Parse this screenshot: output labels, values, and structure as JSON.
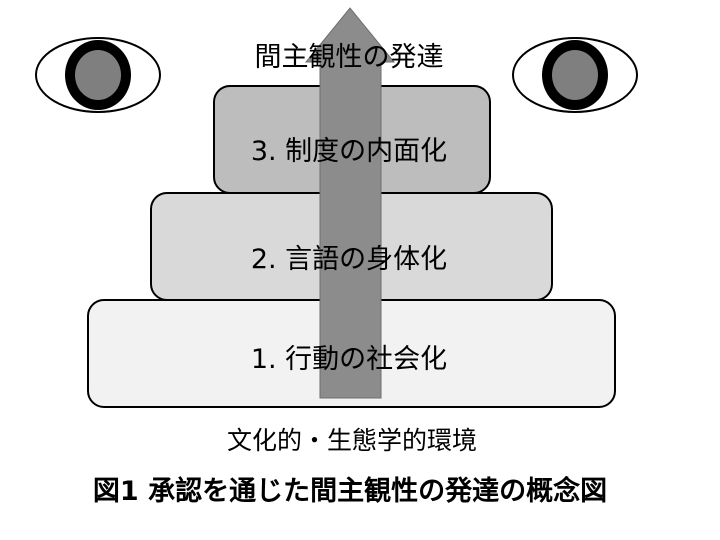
{
  "diagram": {
    "top_label": "間主観性の発達",
    "levels": [
      {
        "label": "3. 制度の内面化",
        "fill": "#bdbdbd"
      },
      {
        "label": "2. 言語の身体化",
        "fill": "#d9d9d9"
      },
      {
        "label": "1. 行動の社会化",
        "fill": "#f2f2f2"
      }
    ],
    "base_label": "文化的・生態学的環境",
    "arrow_color": "#8c8c8c",
    "eye_iris_color": "#7f7f7f",
    "eye_ring_color": "#000000"
  },
  "caption": "図1 承認を通じた間主観性の発達の概念図"
}
